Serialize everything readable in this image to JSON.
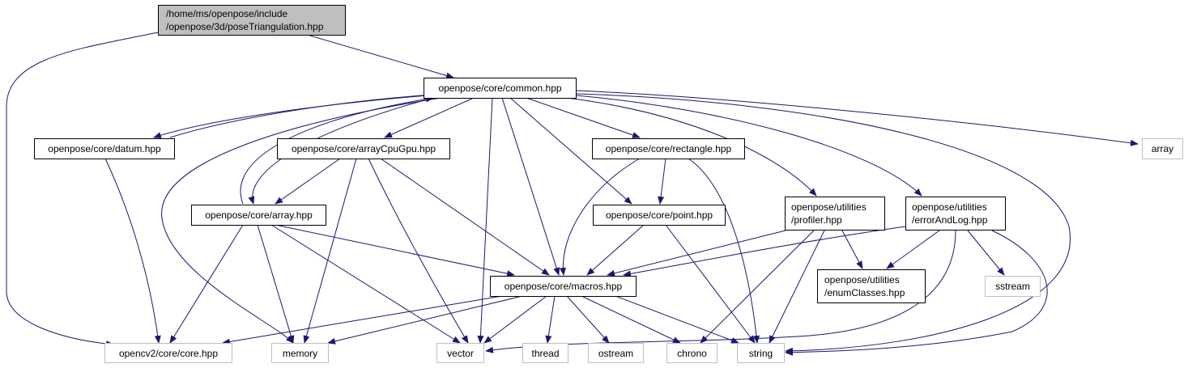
{
  "nodes": {
    "root_l1": "/home/ms/openpose/include",
    "root_l2": "/openpose/3d/poseTriangulation.hpp",
    "common": "openpose/core/common.hpp",
    "datum": "openpose/core/datum.hpp",
    "arraycpugpu": "openpose/core/arrayCpuGpu.hpp",
    "rectangle": "openpose/core/rectangle.hpp",
    "array_std": "array",
    "array_hpp": "openpose/core/array.hpp",
    "point": "openpose/core/point.hpp",
    "profiler_l1": "openpose/utilities",
    "profiler_l2": "/profiler.hpp",
    "errorandlog_l1": "openpose/utilities",
    "errorandlog_l2": "/errorAndLog.hpp",
    "macros": "openpose/core/macros.hpp",
    "enumclasses_l1": "openpose/utilities",
    "enumclasses_l2": "/enumClasses.hpp",
    "sstream": "sstream",
    "opencv": "opencv2/core/core.hpp",
    "memory": "memory",
    "vector": "vector",
    "thread": "thread",
    "ostream": "ostream",
    "chrono": "chrono",
    "string": "string"
  },
  "colors": {
    "edge": "#191970",
    "root_fill": "#bfbfbf",
    "external_border": "#bfbfbf"
  }
}
